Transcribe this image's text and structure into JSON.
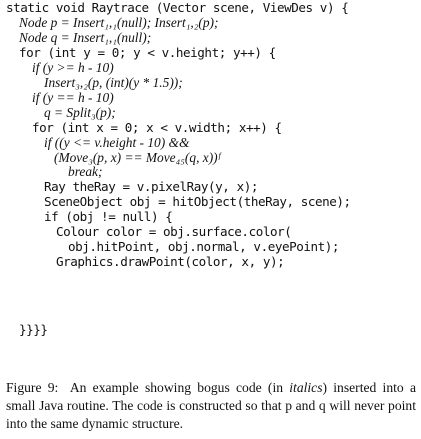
{
  "code": {
    "lines": [
      {
        "text": "static void Raytrace (Vector scene, ViewDes v) {",
        "kind": "code"
      },
      {
        "text": "Node p = Insert₁,₁(null); Insert₁,₂(p);",
        "kind": "bogus"
      },
      {
        "text": "Node q = Insert₁,₁(null);",
        "kind": "bogus"
      },
      {
        "text": "for (int y = 0; y < v.height; y++) {",
        "kind": "code"
      },
      {
        "text": "if (y >= h - 10)",
        "kind": "bogus"
      },
      {
        "text": "Insert₃,₂(p, (int)(y * 1.5));",
        "kind": "bogus"
      },
      {
        "text": "if (y == h - 10)",
        "kind": "bogus"
      },
      {
        "text": "q = Split₃(p);",
        "kind": "bogus"
      },
      {
        "text": "for (int x = 0; x < v.width; x++) {",
        "kind": "code"
      },
      {
        "text": "if ((y <= v.height - 10) &&",
        "kind": "bogus"
      },
      {
        "text": "(Move₃(p, x) == Move₄₅(q, x))ᶠ",
        "kind": "bogus"
      },
      {
        "text": "break;",
        "kind": "bogus"
      },
      {
        "text": "Ray theRay = v.pixelRay(y, x);",
        "kind": "code"
      },
      {
        "text": "SceneObject obj = hitObject(theRay, scene);",
        "kind": "code"
      },
      {
        "text": "if (obj != null) {",
        "kind": "code"
      },
      {
        "text": "Colour color = obj.surface.color(",
        "kind": "code"
      },
      {
        "text": "obj.hitPoint, obj.normal, v.eyePoint);",
        "kind": "code"
      },
      {
        "text": "Graphics.drawPoint(color, x, y);",
        "kind": "code"
      },
      {
        "text": "}}}}",
        "kind": "code"
      }
    ]
  },
  "caption": {
    "label": "Figure 9:",
    "part1": "An example showing bogus code (in",
    "emphasis": "italics",
    "part2": ") inserted into a small Java routine. The code is constructed so that p and q will never point into the same dynamic structure."
  }
}
